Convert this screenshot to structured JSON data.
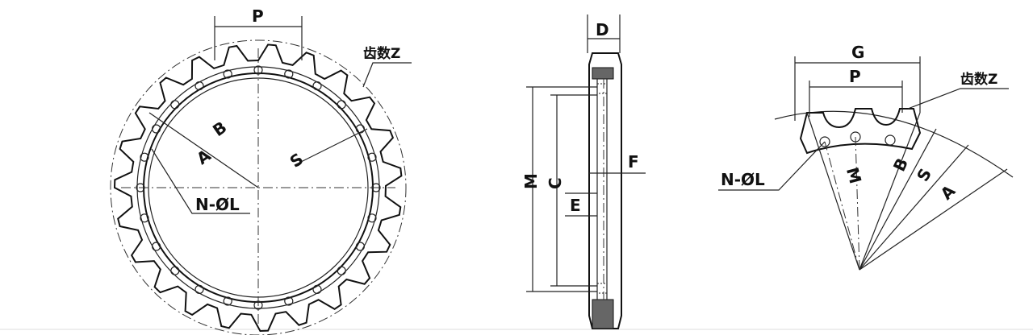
{
  "front_view": {
    "pitch_label": "P",
    "teeth_label": "齿数Z",
    "b_label": "B",
    "a_label": "A",
    "s_label": "S",
    "holes_label": "N-ØL"
  },
  "section_view": {
    "d_label": "D",
    "m_label": "M",
    "c_label": "C",
    "f_label": "F",
    "e_label": "E"
  },
  "segment_view": {
    "g_label": "G",
    "pitch_label": "P",
    "teeth_label": "齿数Z",
    "holes_label": "N-ØL",
    "m_label": "M",
    "b_label": "B",
    "s_label": "S",
    "a_label": "A"
  }
}
